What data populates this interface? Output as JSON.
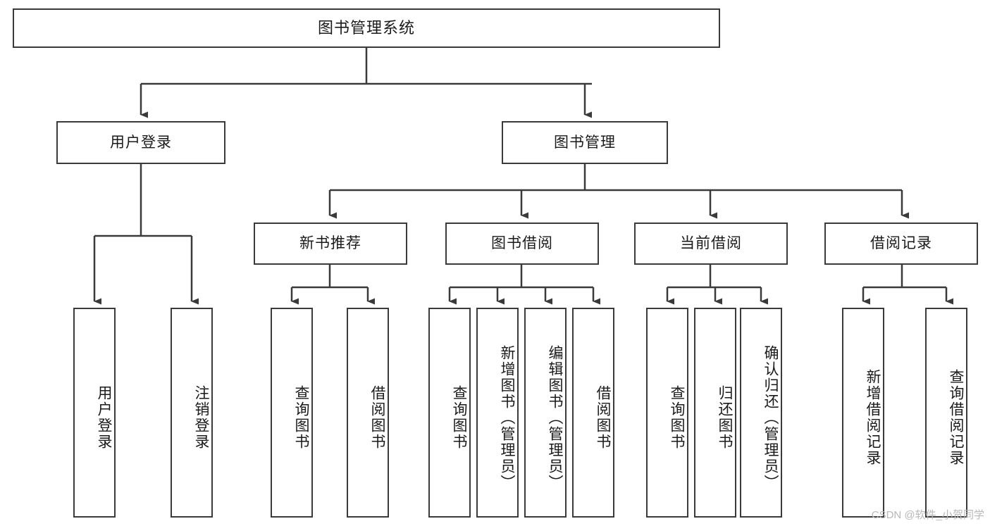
{
  "diagram": {
    "type": "tree-hierarchy-chart",
    "title": "图书管理系统",
    "watermark": "CSDN @软件_小贺同学",
    "colors": {
      "box_border": "#3a3a3a",
      "box_fill": "#ffffff",
      "edge": "#3a3a3a",
      "text": "#1a1a1a",
      "watermark": "#b8b8b8",
      "background": "#ffffff"
    },
    "root": {
      "label": "图书管理系统"
    },
    "level1": [
      {
        "label": "用户登录"
      },
      {
        "label": "图书管理"
      }
    ],
    "level2": [
      {
        "label": "新书推荐"
      },
      {
        "label": "图书借阅"
      },
      {
        "label": "当前借阅"
      },
      {
        "label": "借阅记录"
      }
    ],
    "leaves": {
      "user_login": [
        {
          "label": "用户登录"
        },
        {
          "label": "注销登录"
        }
      ],
      "new_book_recommend": [
        {
          "label": "查询图书"
        },
        {
          "label": "借阅图书"
        }
      ],
      "book_borrow": [
        {
          "label": "查询图书"
        },
        {
          "label": "新增图书（管理员）"
        },
        {
          "label": "编辑图书（管理员）"
        },
        {
          "label": "借阅图书"
        }
      ],
      "current_borrow": [
        {
          "label": "查询图书"
        },
        {
          "label": "归还图书"
        },
        {
          "label": "确认归还（管理员）"
        }
      ],
      "borrow_record": [
        {
          "label": "新增借阅记录"
        },
        {
          "label": "查询借阅记录"
        }
      ]
    }
  }
}
